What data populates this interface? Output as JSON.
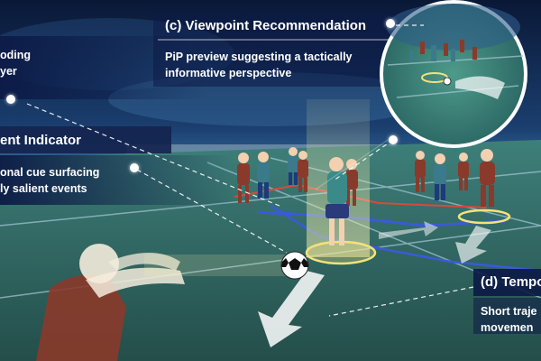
{
  "panels": {
    "encoding": {
      "line1": "oding",
      "line2": "yer"
    },
    "indicator": {
      "title": "ent Indicator",
      "line1": "onal cue surfacing",
      "line2": "ly salient events"
    },
    "viewpoint": {
      "title": "(c) Viewpoint Recommendation",
      "line1": "PiP preview suggesting a tactically",
      "line2": "informative perspective"
    },
    "temporal": {
      "title": "(d) Tempo",
      "line1": "Short traje",
      "line2": "movemen"
    }
  },
  "colors": {
    "sky_top": "#0c1c3a",
    "pitch": "#2c6a5e",
    "team_a": "#8a3a2a",
    "team_b": "#3a7a8a",
    "highlight": "#f4e27a",
    "trajectory": "#ffffff",
    "panel_bg": "#14244e"
  },
  "icons": {
    "ball": "soccer-ball-icon",
    "marker": "callout-dot-icon"
  }
}
